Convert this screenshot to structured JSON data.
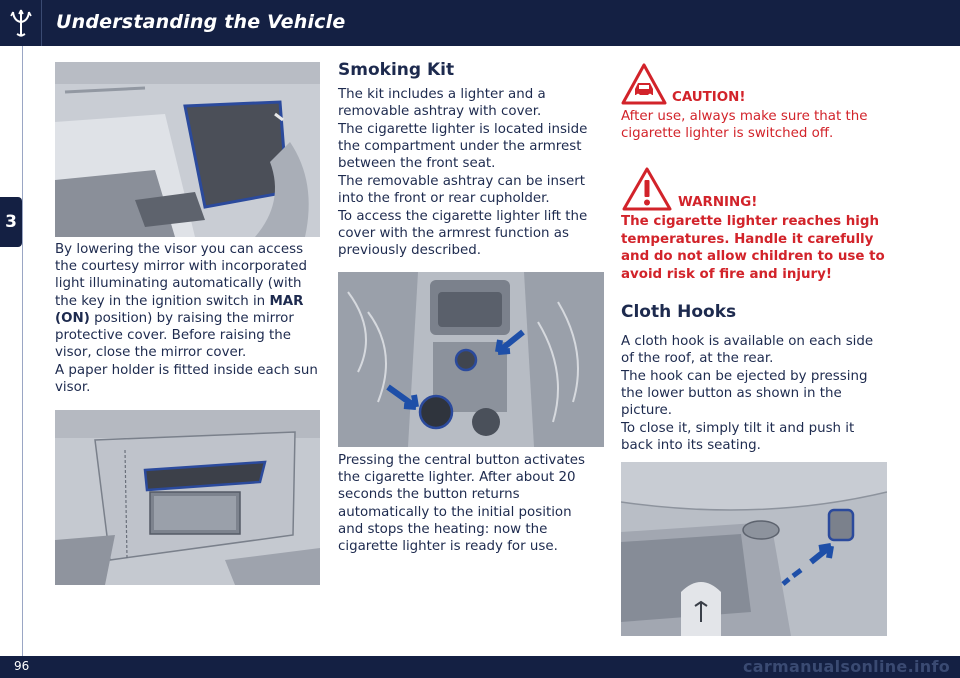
{
  "header": {
    "title": "Understanding the Vehicle"
  },
  "chapter": {
    "number": "3"
  },
  "footer": {
    "page": "96",
    "watermark": "carmanualsonline.info"
  },
  "left_column": {
    "p1_a": "By lowering the visor you can access the courtesy mirror with incorporated light illuminating automatically (with the key in the ignition switch in ",
    "p1_b": "MAR (ON)",
    "p1_c": " position) by raising the mirror protective cover. Before raising the visor, close the mirror cover.",
    "p2": "A paper holder is fitted inside each sun visor."
  },
  "middle_column": {
    "heading": "Smoking Kit",
    "p1": "The kit includes a lighter and a removable ashtray with cover.",
    "p2": "The cigarette lighter is located inside the compartment under the armrest between the front seat.",
    "p3": "The removable ashtray can be insert into the front or rear cupholder.",
    "p4": "To access the cigarette lighter lift the cover with the armrest function as previously described.",
    "p5": "Pressing the central button activates the cigarette lighter. After about 20 seconds the button returns automatically to the initial position and stops the heating: now the cigarette lighter is ready for use."
  },
  "right_column": {
    "caution_title": "CAUTION!",
    "caution_text": "After use, always make sure that the cigarette lighter is switched off.",
    "warning_title": "WARNING!",
    "warning_text": "The cigarette lighter reaches high temperatures. Handle it carefully and do not allow children to use to avoid risk of fire and injury!",
    "heading": "Cloth Hooks",
    "p1": "A cloth hook is available on each side of the roof, at the rear.",
    "p2": "The hook can be ejected by pressing the lower button as shown in the picture.",
    "p3": "To close it, simply tilt it and push it back into its seating."
  },
  "colors": {
    "navy": "#142043",
    "red": "#d2232a",
    "text": "#1d2a4e",
    "figure_outline": "#2b4a9c"
  }
}
